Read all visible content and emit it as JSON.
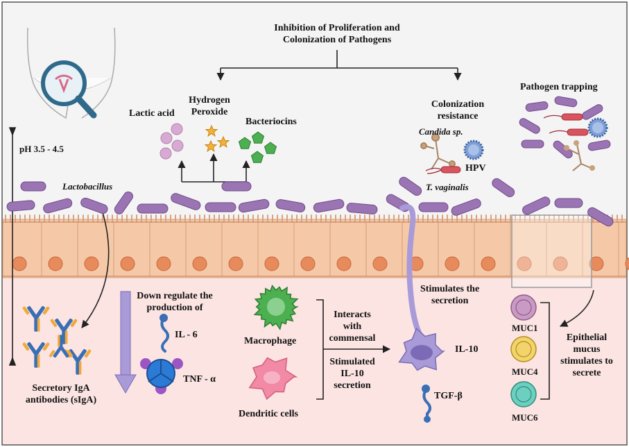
{
  "title": {
    "line1": "Inhibition of Proliferation and",
    "line2": "Colonization of Pathogens"
  },
  "ph_label": "pH 3.5 - 4.5",
  "lactobacillus": "Lactobacillus",
  "antimicrobials": {
    "lactic_acid": "Lactic acid",
    "h2o2_line1": "Hydrogen",
    "h2o2_line2": "Peroxide",
    "bacteriocins": "Bacteriocins"
  },
  "colonization": {
    "line1": "Colonization",
    "line2": "resistance",
    "candida": "Candida sp.",
    "hpv": "HPV",
    "tvag": "T. vaginalis"
  },
  "pathogen_trapping": "Pathogen trapping",
  "downregulate": {
    "line1": "Down regulate the",
    "line2": "production of",
    "il6": "IL - 6",
    "tnf": "TNF - α"
  },
  "siga": {
    "line1": "Secretory IgA",
    "line2": "antibodies (sIgA)"
  },
  "immune": {
    "macrophage": "Macrophage",
    "dendritic": "Dendritic cells",
    "interacts_l1": "Interacts",
    "interacts_l2": "with",
    "interacts_l3": "commensal",
    "stim_l1": "Stimulated",
    "stim_l2": "IL-10",
    "stim_l3": "secretion"
  },
  "stimulates": {
    "line1": "Stimulates the",
    "line2": "secretion",
    "il10": "IL-10",
    "tgfb": "TGF-β"
  },
  "mucins": {
    "muc1": "MUC1",
    "muc4": "MUC4",
    "muc6": "MUC6",
    "desc_l1": "Epithelial",
    "desc_l2": "mucus",
    "desc_l3": "stimulates to",
    "desc_l4": "secrete"
  },
  "colors": {
    "lumen_bg": "#f3f3f3",
    "epithelium": "#f5c9a8",
    "nucleus": "#e78a5c",
    "submucosa": "#fbe5e3",
    "bacterium": "#9b74b3",
    "bacterium_edge": "#6e4a87",
    "arrow_lavender": "#a99ad8",
    "macrophage": "#4caf50",
    "dendritic": "#f28aa6",
    "dc_il10": "#a99ad8",
    "muc1": "#c99bc4",
    "muc4": "#f3d36b",
    "muc6": "#6ccfbf",
    "lactic": "#d8aad3",
    "h2o2": "#f2b13a",
    "bacteriocin": "#4caf50"
  }
}
